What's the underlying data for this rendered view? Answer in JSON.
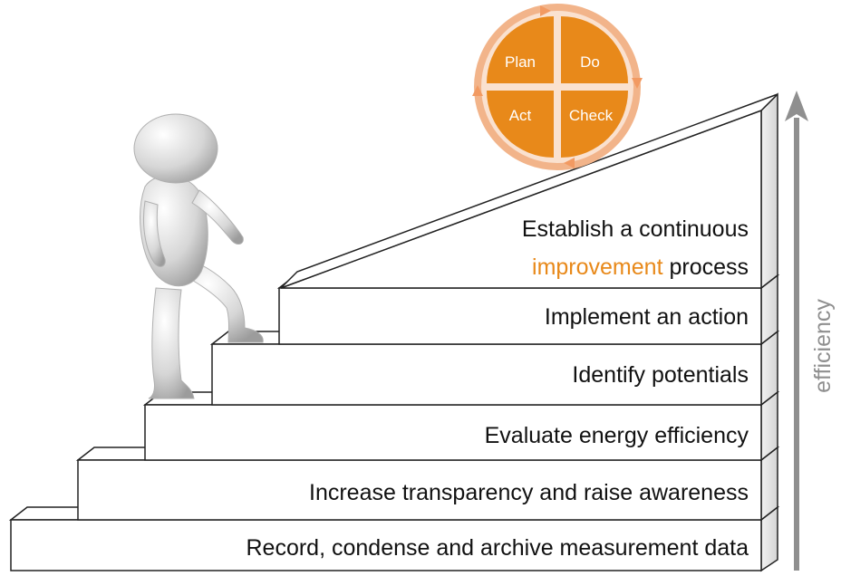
{
  "steps": [
    {
      "label": "Record, condense and archive measurement data"
    },
    {
      "label": "Increase transparency and raise awareness"
    },
    {
      "label": "Evaluate energy efficiency"
    },
    {
      "label": "Identify potentials"
    },
    {
      "label": "Implement an action"
    }
  ],
  "top_step": {
    "line1": "Establish a continuous",
    "highlight": "improvement",
    "rest": " process"
  },
  "pdca": {
    "plan": "Plan",
    "do": "Do",
    "act": "Act",
    "check": "Check"
  },
  "axis": {
    "label": "efficiency"
  },
  "colors": {
    "accent": "#e8891a",
    "ring": "#f2b48a",
    "step_fill": "#ffffff",
    "step_side": "#e6e6e6",
    "arrow": "#8f8f8f"
  }
}
